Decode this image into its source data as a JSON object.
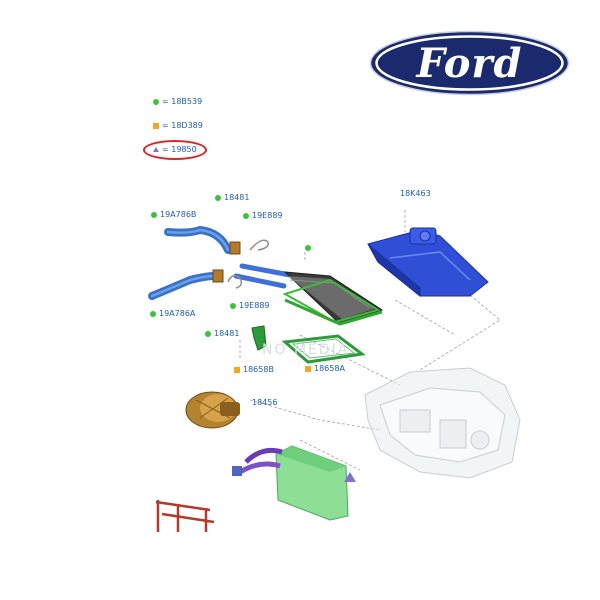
{
  "brand": {
    "logo_text": "Ford",
    "logo_color": "#1a2a6c"
  },
  "legend": [
    {
      "marker": "green-dot",
      "text": "= 18B539"
    },
    {
      "marker": "orange-square",
      "text": "= 18D389"
    },
    {
      "marker": "purple-triangle",
      "text": "= 19850",
      "circled": true
    }
  ],
  "part_labels": {
    "hose_upper": "19A786B",
    "hose_lower": "19A786A",
    "valve_upper": "18481",
    "valve_lower": "18481",
    "clip_upper": "19E889",
    "clip_lower": "19E889",
    "heater_core_case": "18K463",
    "seal_small": "18658B",
    "seal_frame": "18658A",
    "blower_motor": "18456"
  },
  "watermark": "NO MEDIA",
  "colors": {
    "label_blue": "#1f5fa8",
    "marker_green": "#3cc23c",
    "marker_orange": "#f5a623",
    "marker_purple": "#8a6bd1",
    "highlight_red": "#d9262b"
  }
}
